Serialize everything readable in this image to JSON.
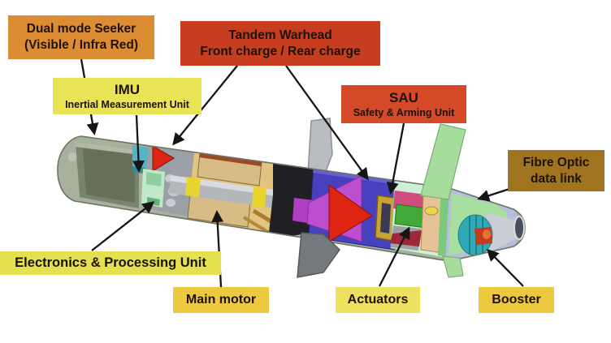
{
  "labels": {
    "seeker": {
      "line1": "Dual mode Seeker",
      "line2": "(Visible / Infra Red)",
      "bg": "#DC8C33"
    },
    "tandem": {
      "line1": "Tandem Warhead",
      "line2": "Front charge / Rear charge",
      "bg": "#C63D1F"
    },
    "imu": {
      "title": "IMU",
      "subtitle": "Inertial Measurement Unit",
      "bg": "#E9E455"
    },
    "sau": {
      "title": "SAU",
      "subtitle": "Safety & Arming Unit",
      "bg": "#D44928"
    },
    "fibre": {
      "line1": "Fibre Optic",
      "line2": "data link",
      "bg": "#A0731E"
    },
    "electronics": {
      "text": "Electronics & Processing Unit",
      "bg": "#E5E04F"
    },
    "main_motor": {
      "text": "Main motor",
      "bg": "#ECC93E"
    },
    "actuators": {
      "text": "Actuators",
      "bg": "#EDE15F"
    },
    "booster": {
      "text": "Booster",
      "bg": "#ECC93E"
    }
  },
  "colors": {
    "hull_sage": "#A8B19D",
    "hull_edge": "#6C7563",
    "nose_panel": "#79846E",
    "nose_panel_dark": "#656F5A",
    "imu_teal": "#55B4C8",
    "charge_red": "#DE2413",
    "collar_gray": "#9BA0A6",
    "electronics_mint": "#BFE9C9",
    "motor_sand": "#E3C47E",
    "motor_tan": "#D8BC86",
    "motor_tube": "#B3B7BC",
    "band_yellow": "#E8D42E",
    "interstage_black": "#1F1F24",
    "warhead_blue": "#4740BF",
    "warhead_magenta": "#BC4FD0",
    "sau_gold": "#C8A233",
    "bay_mint": "#CFEFD6",
    "actuator_pink": "#D04B7E",
    "actuator_green": "#42A838",
    "actuator_flesh": "#E6C298",
    "booster_teal": "#2FA9B6",
    "booster_red": "#C23A20",
    "tail_lavender": "#B5BEDC",
    "tail_green": "#A8DF9F",
    "fin_gray": "#B6B9BE",
    "fin_dark_gray": "#75787C",
    "fin_green": "#A6DC9C",
    "arrow_black": "#1A1A1A"
  }
}
